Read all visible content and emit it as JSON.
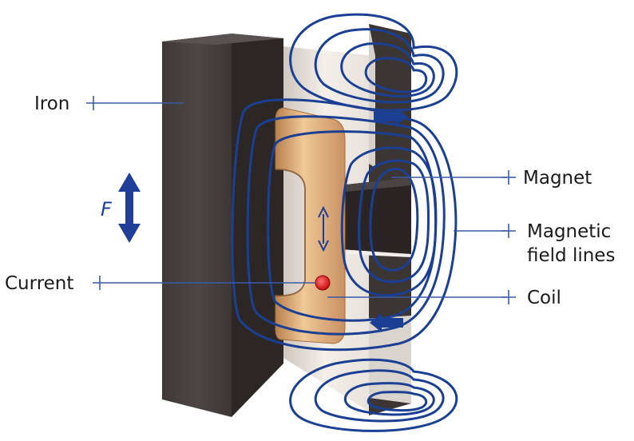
{
  "labels": {
    "iron": "Iron",
    "force": "F",
    "magnet": "Magnet",
    "field_line_1": "Magnetic",
    "field_line_2": "field lines",
    "current": "Current",
    "coil": "Coil"
  },
  "colors": {
    "iron": "#4a4340",
    "iron_side": "#2f2a28",
    "magnet_face": "#ece6e0",
    "magnet_side": "#3a3433",
    "coil": "#d9a06b",
    "field_lines": "#1b3f93",
    "force_arrow": "#1f3f99",
    "current_dot": "#e02020"
  },
  "icons": {
    "force_arrow": "double-headed-vertical-arrow",
    "motion_arrow": "double-headed-vertical-arrow",
    "current_marker": "dot"
  }
}
